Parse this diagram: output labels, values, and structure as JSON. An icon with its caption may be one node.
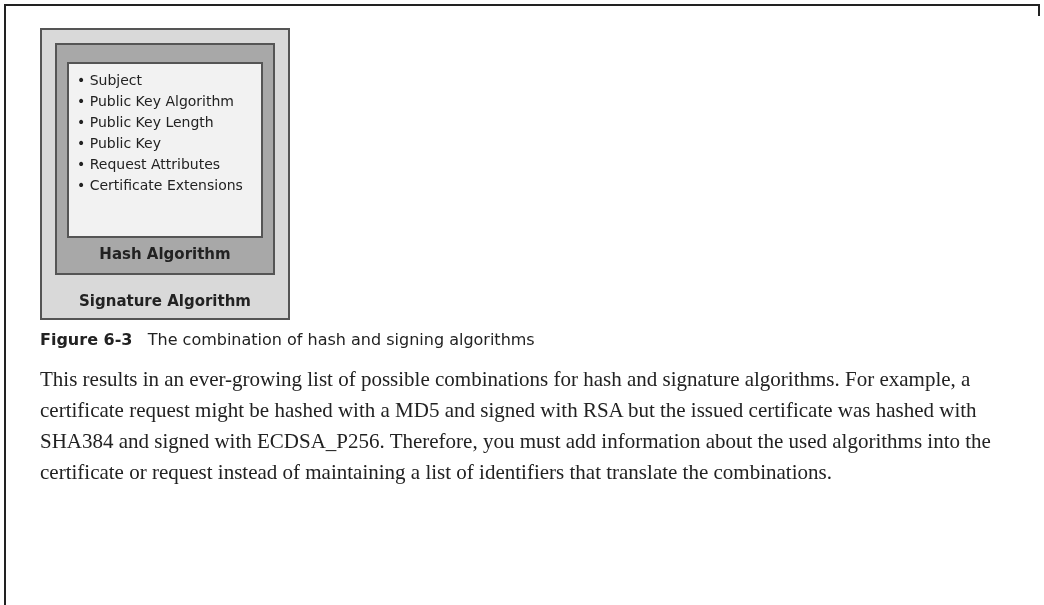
{
  "diagram": {
    "caption": "**Figure 6-3**   The combination of hash and signing algorithms",
    "nodes": [
      {
        "text": [
          "Signature Algorithm"
        ]
      },
      {
        "text": [
          "Hash Algorithm"
        ],
        "in": 0
      },
      {
        "text": [
          "• Subject",
          "• Public Key Algorithm",
          "• Public Key Length",
          "• Public Key",
          "• Request Attributes",
          "• Certificate Extensions"
        ],
        "in": 1
      }
    ],
    "labels": [
      "This results in an ever-growing list of possible combinations for hash and signature algorithms. For example, a certificate request might be hashed with a MD5 and signed with RSA but the issued certificate was hashed with SHA384 and signed with ECDSA_P256. Therefore, you must add information about the used algorithms into the certificate or request instead of maintaining a list of identifiers that translate the combinations."
    ]
  }
}
